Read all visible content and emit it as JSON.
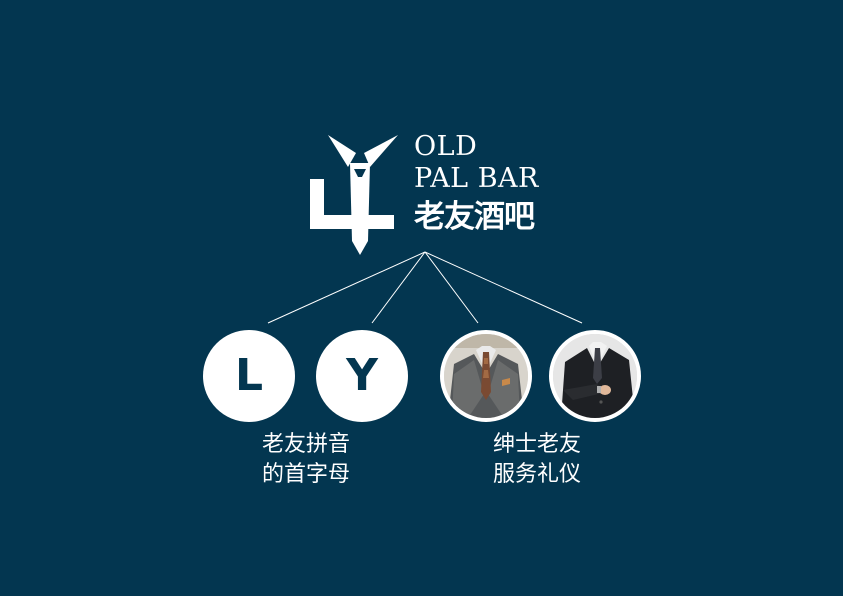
{
  "brand": {
    "name_en_line1": "OLD",
    "name_en_line2": "PAL BAR",
    "name_cn": "老友酒吧",
    "logo_icon": "tie-number-four-logo"
  },
  "items": [
    {
      "letter": "L"
    },
    {
      "letter": "Y"
    },
    {
      "photo": "gentleman-suit-photo"
    },
    {
      "photo": "black-suit-photo"
    }
  ],
  "captions": {
    "left_line1": "老友拼音",
    "left_line2": "的首字母",
    "right_line1": "绅士老友",
    "right_line2": "服务礼仪"
  },
  "colors": {
    "background": "#033650",
    "foreground": "#ffffff",
    "letter": "#033650"
  }
}
